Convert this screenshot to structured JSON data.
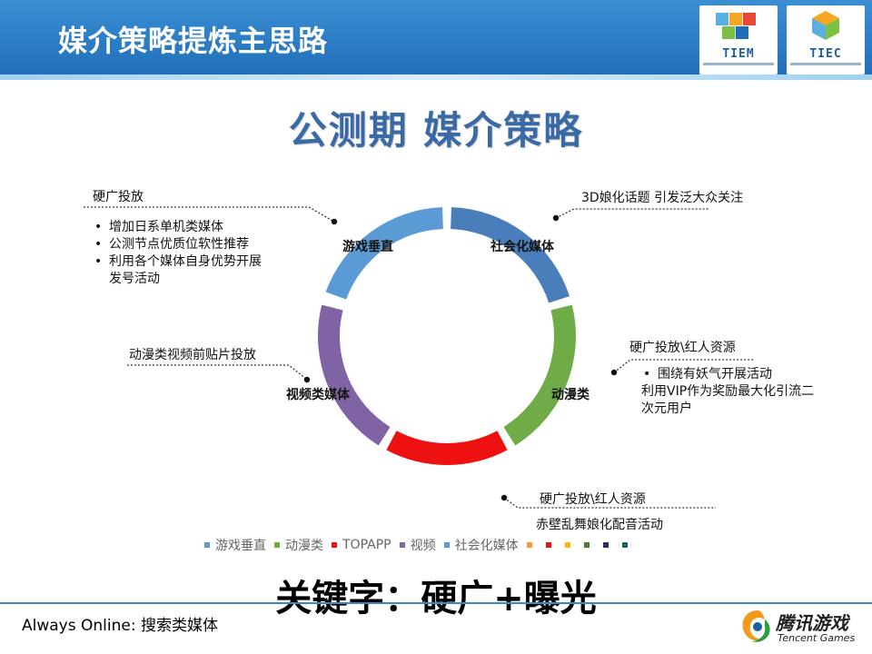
{
  "header": {
    "title": "媒介策略提炼主思路",
    "logo_left_text": "TIEM",
    "logo_right_text": "TIEC"
  },
  "main_title": "公测期 媒介策略",
  "segments": [
    {
      "label": "游戏垂直",
      "color": "#5b9bd5"
    },
    {
      "label": "社会化媒体",
      "color": "#4a7ebb"
    },
    {
      "label": "动漫类",
      "color": "#6fac47"
    },
    {
      "label": "TOPAPP",
      "color": "#ee1111"
    },
    {
      "label": "视频类媒体",
      "color": "#7f63a5"
    }
  ],
  "notes": {
    "top_left": {
      "title": "硬广投放",
      "bullets": [
        "增加日系单机类媒体",
        "公测节点优质位软性推荐",
        "利用各个媒体自身优势开展"
      ],
      "continuation": "发号活动"
    },
    "top_right": {
      "title": "3D娘化话题 引发泛大众关注"
    },
    "middle_left": {
      "title": "动漫类视频前贴片投放"
    },
    "middle_right": {
      "title": "硬广投放\\红人资源",
      "bullet": "围绕有妖气开展活动",
      "lines": [
        "利用VIP作为奖励最大化引流二",
        "次元用户"
      ]
    },
    "bottom": {
      "title": "硬广投放\\红人资源",
      "line": "赤壁乱舞娘化配音活动"
    }
  },
  "legend": [
    {
      "label": "游戏垂直",
      "color": "#5b9bd5"
    },
    {
      "label": "动漫类",
      "color": "#6fac47"
    },
    {
      "label": "TOPAPP",
      "color": "#ee1111"
    },
    {
      "label": "视频",
      "color": "#7f63a5"
    },
    {
      "label": "社会化媒体",
      "color": "#5b9bd5"
    },
    {
      "label": "",
      "color": "#f39a3e"
    },
    {
      "label": "",
      "color": "#ee1111"
    },
    {
      "label": "",
      "color": "#f7b500"
    },
    {
      "label": "",
      "color": "#4f7a2e"
    },
    {
      "label": "",
      "color": "#3b2a6b"
    },
    {
      "label": "",
      "color": "#1e5f6e"
    }
  ],
  "keyword": "关键字：硬广+曝光",
  "footer": {
    "left": "Always Online:  搜索类媒体",
    "logo_cn": "腾讯游戏",
    "logo_en": "Tencent Games"
  }
}
